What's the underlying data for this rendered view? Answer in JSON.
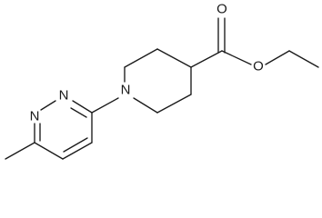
{
  "structure": {
    "atom_labels": {
      "ester_carbonyl_oxygen": "O",
      "ester_ether_oxygen": "O",
      "piperidine_nitrogen": "N",
      "pyridazine_n1": "N",
      "pyridazine_n2": "N"
    }
  },
  "colors": {
    "ink": "#1a1a1a",
    "background": "#ffffff"
  }
}
